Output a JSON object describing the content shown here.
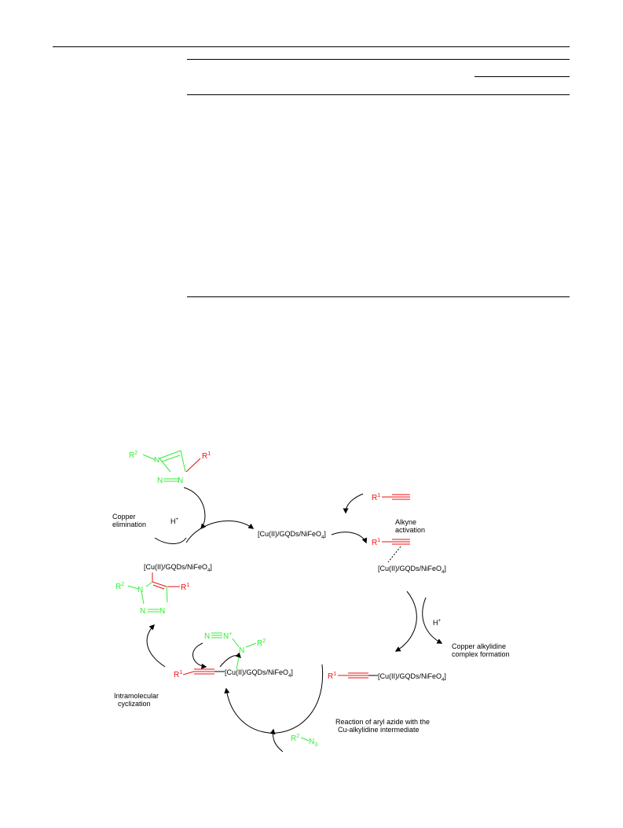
{
  "table_rules": {
    "count": 5
  },
  "scheme": {
    "colors": {
      "green": "#33ee33",
      "red": "#ee1111",
      "black": "#000000"
    },
    "catalyst": "[Cu(II)/GQDs/NiFeO",
    "catalyst_sub": "4",
    "catalyst_close": "]",
    "r1": "R",
    "r1_sup": "1",
    "r2": "R",
    "r2_sup": "2",
    "n_atom": "N",
    "n_plus": "+",
    "n3_sub": "3",
    "h_plus": "H",
    "h_plus_sup": "+",
    "steps": {
      "copper_elimination": [
        "Copper",
        "elimination"
      ],
      "alkyne_activation": [
        "Alkyne",
        "activation"
      ],
      "complex_formation": [
        "Copper alkylidine",
        "complex formation"
      ],
      "azide_reaction": [
        "Reaction of aryl azide with the",
        "Cu-alkylidine intermediate"
      ],
      "cyclization": [
        "Intramolecular",
        "cyclization"
      ]
    }
  }
}
